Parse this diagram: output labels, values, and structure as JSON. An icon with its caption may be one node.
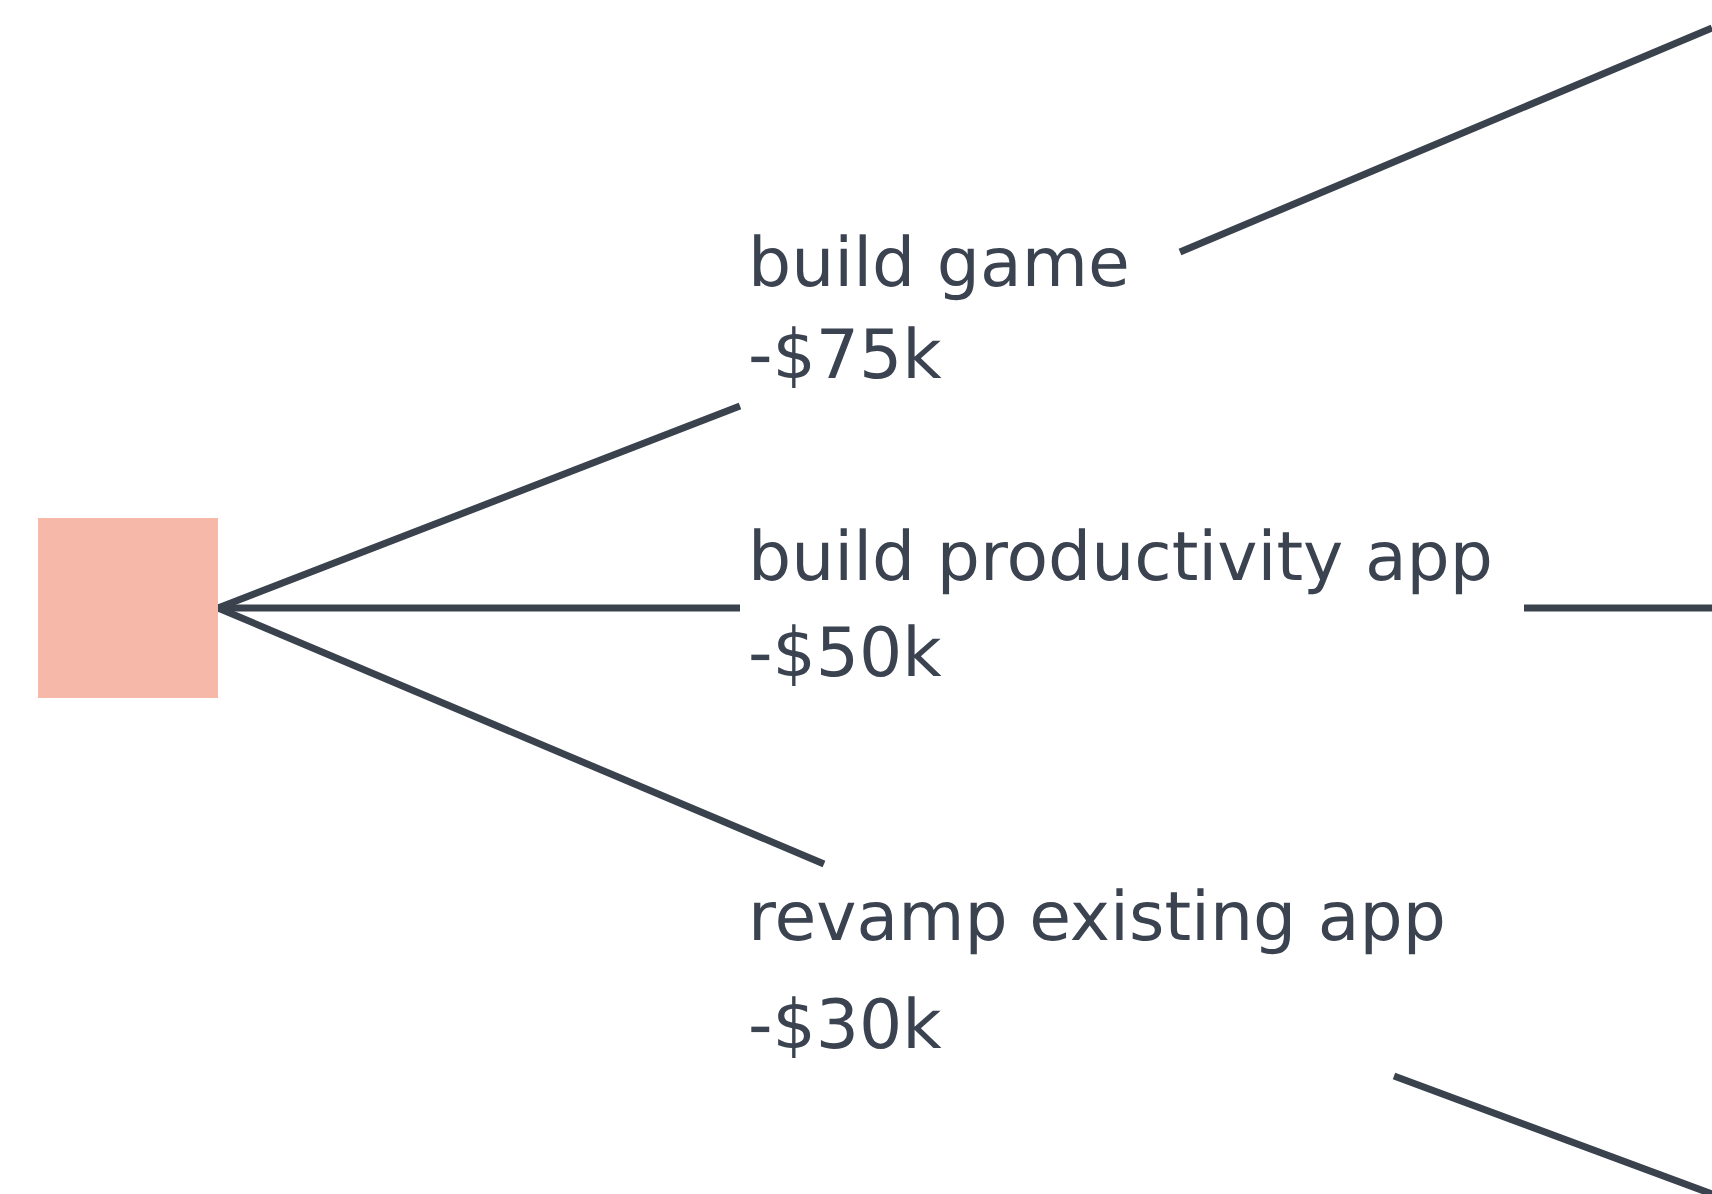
{
  "diagram": {
    "nodes": [
      {
        "text": [],
        "shape": "box"
      },
      {
        "text": [
          "build game",
          "-$75k"
        ]
      },
      {
        "text": [
          "build productivity app",
          "-$50k"
        ]
      },
      {
        "text": [
          "revamp existing app",
          "-$30k"
        ]
      }
    ],
    "edges": [
      {
        "from": 0,
        "to": 1,
        "arrow": "none"
      },
      {
        "from": 0,
        "to": 2,
        "arrow": "none"
      },
      {
        "from": 0,
        "to": 3,
        "arrow": "none"
      },
      {
        "from": 1,
        "to": null,
        "arrow": "none"
      },
      {
        "from": 2,
        "to": null,
        "arrow": "none"
      },
      {
        "from": 3,
        "to": null,
        "arrow": "none"
      }
    ]
  }
}
